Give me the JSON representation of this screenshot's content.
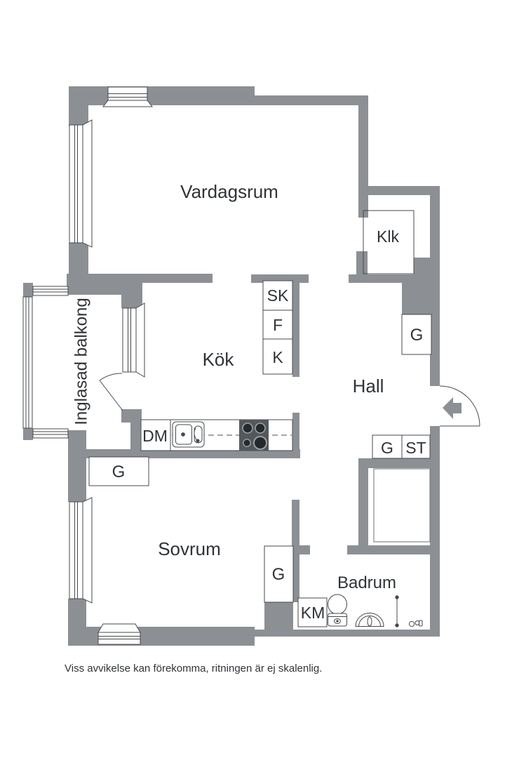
{
  "plan": {
    "rooms": {
      "vardagsrum": "Vardagsrum",
      "klk": "Klk",
      "balkong": "Inglasad balkong",
      "kok": "Kök",
      "hall": "Hall",
      "sovrum": "Sovrum",
      "badrum": "Badrum"
    },
    "cabinets": {
      "sk": "SK",
      "f": "F",
      "k": "K",
      "g": "G",
      "st": "ST"
    },
    "appliances": {
      "dm": "DM",
      "km": "KM"
    },
    "colors": {
      "wall": "#8c9094",
      "line": "#46494d",
      "text": "#2f3337",
      "stove": "#54585c",
      "burner": "#26292c",
      "burner_ring": "#9aa0a5"
    },
    "disclaimer": "Viss avvikelse kan förekomma, ritningen är ej skalenlig."
  }
}
